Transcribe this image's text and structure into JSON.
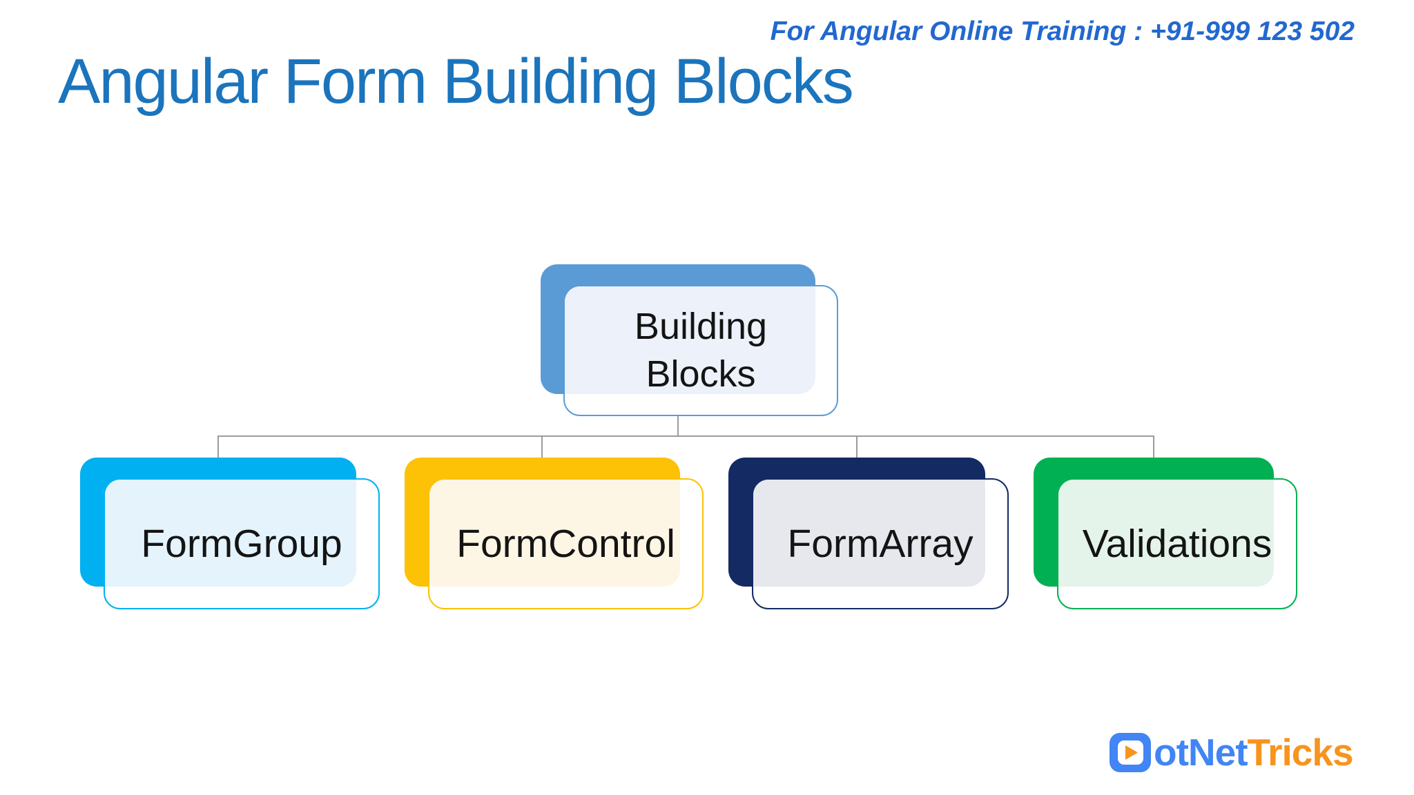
{
  "slide": {
    "training_banner": "For Angular Online Training : +91-999 123 502",
    "title": "Angular Form Building Blocks"
  },
  "diagram": {
    "type": "hierarchy",
    "root": {
      "label": "Building Blocks",
      "color": "#5b9bd5",
      "tint": "#edf1fa"
    },
    "children": [
      {
        "label": "FormGroup",
        "color": "#00b0f0",
        "tint": "#e4f3fc"
      },
      {
        "label": "FormControl",
        "color": "#fdc105",
        "tint": "#fdf6e5"
      },
      {
        "label": "FormArray",
        "color": "#132a63",
        "tint": "#e6e8ee"
      },
      {
        "label": "Validations",
        "color": "#00b052",
        "tint": "#e5f4ea"
      }
    ],
    "connector_color": "#9b9b9b"
  },
  "branding": {
    "logo_icon": "play-icon",
    "logo_text_blue": "otNet",
    "logo_text_orange": "Tricks",
    "logo_blue": "#4285f4",
    "logo_orange": "#f7941d"
  },
  "colors": {
    "title": "#1b74bc",
    "banner": "#2268cf",
    "node_text": "#141414"
  }
}
